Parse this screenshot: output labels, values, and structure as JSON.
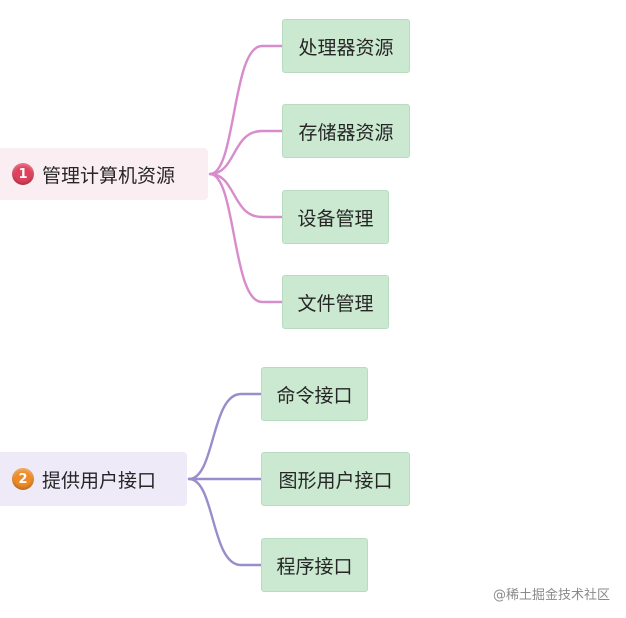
{
  "branches": [
    {
      "badge": "1",
      "label": "管理计算机资源",
      "colors": {
        "badge": "#e0405c",
        "line": "#d88ccc"
      },
      "children": [
        "处理器资源",
        "存储器资源",
        "设备管理",
        "文件管理"
      ]
    },
    {
      "badge": "2",
      "label": "提供用户接口",
      "colors": {
        "badge": "#ef8b26",
        "line": "#9b8ccc"
      },
      "children": [
        "命令接口",
        "图形用户接口",
        "程序接口"
      ]
    }
  ],
  "watermark": "@稀土掘金技术社区"
}
